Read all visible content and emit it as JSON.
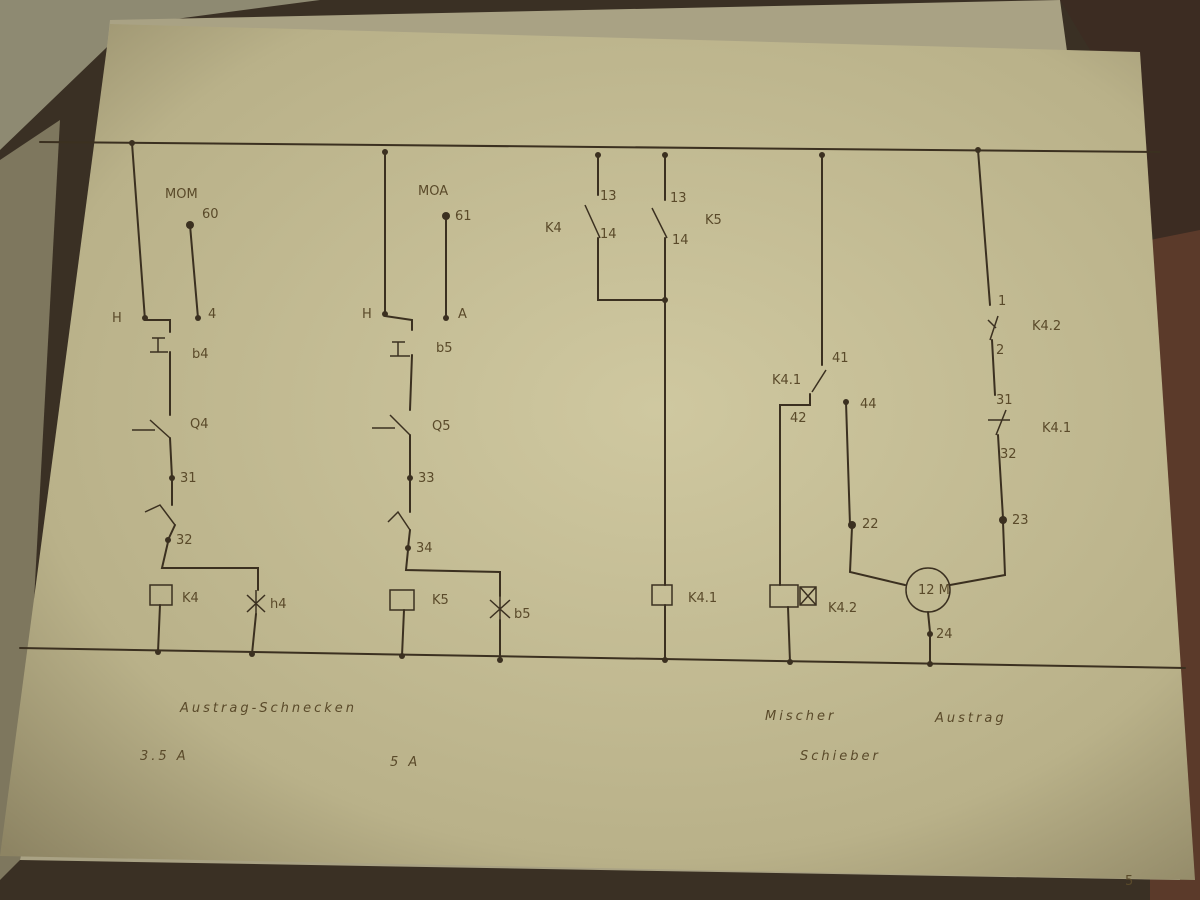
{
  "diagram": {
    "terminals": {
      "mom_a": "MOM",
      "t60": "60",
      "mom_b": "MOA",
      "t61": "61"
    },
    "pins": {
      "h1": "H",
      "x1": "4",
      "h2": "H",
      "x2": "A",
      "k4_13": "13",
      "k4_14": "14",
      "k5_13": "13",
      "k5_14": "14",
      "t31": "31",
      "t32": "32",
      "t33": "33",
      "t34": "34",
      "k41_41": "41",
      "k41_42": "42",
      "k41_44": "44",
      "k42_1": "1",
      "k42_2": "2",
      "k42_31": "31",
      "k42_32": "32",
      "t22": "22",
      "t23": "23",
      "t24": "24",
      "motor": "12\nM"
    },
    "components": {
      "b4": "b4",
      "q4": "Q4",
      "k4_coil": "K4",
      "h4": "h4",
      "b5": "b5",
      "q5": "Q5",
      "k5_coil": "K5",
      "h5": "b5",
      "k4_contact": "K4",
      "k5_contact": "K5",
      "k41_coil": "K4.1",
      "k42_coil": "K4.2",
      "k41_switch": "K4.1",
      "k42_contact": "K4.2",
      "k41_contact": "K4.1"
    },
    "captions": {
      "austrag_schnecken": "Austrag-Schnecken",
      "current_a": "3.5 A",
      "current_b": "5 A",
      "mischer": "Mischer",
      "austrag": "Austrag",
      "schieber": "Schieber",
      "page_number": "5"
    }
  },
  "colors": {
    "paper": "#c9c29a",
    "ink": "#3b3020",
    "background": "#2a2218"
  }
}
